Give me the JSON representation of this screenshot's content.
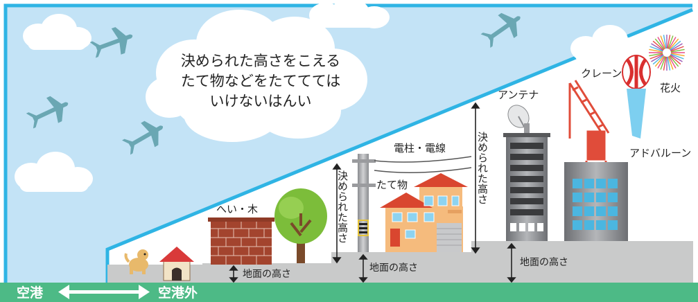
{
  "cloud_text": [
    "決められた高さをこえる",
    "たて物などをたててては",
    "いけないはんい"
  ],
  "labels": {
    "fence_tree": "へい・木",
    "utility_pole": "電柱・電線",
    "building": "たて物",
    "antenna": "アンテナ",
    "crane": "クレーン",
    "fireworks": "花火",
    "ad_balloon": "アドバルーン",
    "limit_height": "決められた高さ",
    "ground_height": "地面の高さ"
  },
  "footer": {
    "airport": "空港",
    "outside": "空港外"
  },
  "colors": {
    "sky": "#c3e3f6",
    "frame": "#2fb4e4",
    "ground": "#4dba86",
    "terrain": "#c9caca"
  }
}
